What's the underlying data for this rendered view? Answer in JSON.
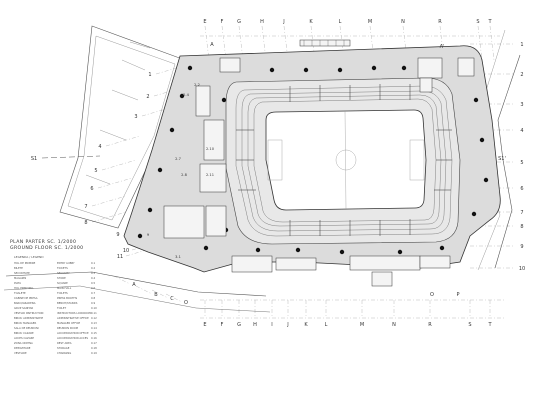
{
  "drawing": {
    "title_ro": "PLAN PARTER SC. 1/2000",
    "title_en": "GROUND FLOOR  SC. 1/2000",
    "legend_heading": "LEGENDA / LEGEND"
  },
  "grid": {
    "top_letters": [
      "E",
      "F",
      "G",
      "H",
      "J",
      "K",
      "L",
      "M",
      "N",
      "R",
      "S",
      "T"
    ],
    "bottom_letters": [
      "E",
      "F",
      "G",
      "H",
      "I",
      "J",
      "K",
      "L",
      "M",
      "N",
      "R",
      "S",
      "T"
    ],
    "right_numbers": [
      "1",
      "2",
      "3",
      "4",
      "5",
      "6",
      "7",
      "8",
      "9",
      "10"
    ],
    "left_numbers": [
      "1",
      "2",
      "3",
      "4",
      "5",
      "6",
      "7",
      "8",
      "9",
      "10",
      "11"
    ],
    "diagonal_letters": [
      "A",
      "B",
      "C",
      "O"
    ],
    "bottom_right_letters": [
      "O",
      "P"
    ],
    "section_marks": [
      "S1",
      "S1'"
    ],
    "corner_labels": [
      "A",
      "A'"
    ]
  },
  "rooms": {
    "tags": [
      "2.2",
      "2.4",
      "2.7",
      "2.8",
      "2.10",
      "2.11",
      "3.1",
      "9"
    ]
  },
  "legend": [
    {
      "ro": "HOL DE PRIMIRE",
      "en": "ENTRY LOBBY",
      "code": "0.1"
    },
    {
      "ro": "BILETE",
      "en": "TICKETS",
      "code": "0.2"
    },
    {
      "ro": "SECURITATE",
      "en": "SECURITY",
      "code": "0.3"
    },
    {
      "ro": "MAGAZIN",
      "en": "STORE",
      "code": "0.4"
    },
    {
      "ro": "PIATA",
      "en": "SQUARE",
      "code": "0.5"
    },
    {
      "ro": "HOL PRINCIPAL",
      "en": "MAIN HALL",
      "code": "0.6"
    },
    {
      "ro": "TOALETE",
      "en": "TOILETS",
      "code": "0.7"
    },
    {
      "ro": "CABINE DE PRESA",
      "en": "PRESS BOOTHS",
      "code": "0.8"
    },
    {
      "ro": "BARCI/GRADENA",
      "en": "BENCH/STANDS",
      "code": "0.9"
    },
    {
      "ro": "GRUP SANITAR",
      "en": "TOILET",
      "code": "0.10"
    },
    {
      "ro": "VESTIAR INSTRUCTORI",
      "en": "INSTRUCTORS LOCKROOM",
      "code": "0.11"
    },
    {
      "ro": "BIROU ADMINISTRATIE",
      "en": "ADMINISTRATIVE OFFICE",
      "code": "0.12"
    },
    {
      "ro": "BIROU MANAGER",
      "en": "MANAGER OFFICE",
      "code": "0.13"
    },
    {
      "ro": "SALA DE REUNIUNI",
      "en": "REUNION ROOM",
      "code": "0.14"
    },
    {
      "ro": "BIROU CAZARE",
      "en": "ACCOMODATION OFFICE",
      "code": "0.15"
    },
    {
      "ro": "ACCES CAZARE",
      "en": "ACCOMODATION ACCES",
      "code": "0.16"
    },
    {
      "ro": "ZONA ODIHNA",
      "en": "REST AREA",
      "code": "0.17"
    },
    {
      "ro": "DEPOZITARE",
      "en": "STORAGE",
      "code": "0.18"
    },
    {
      "ro": "VESTIARE",
      "en": "CHANGING",
      "code": "0.19"
    }
  ]
}
